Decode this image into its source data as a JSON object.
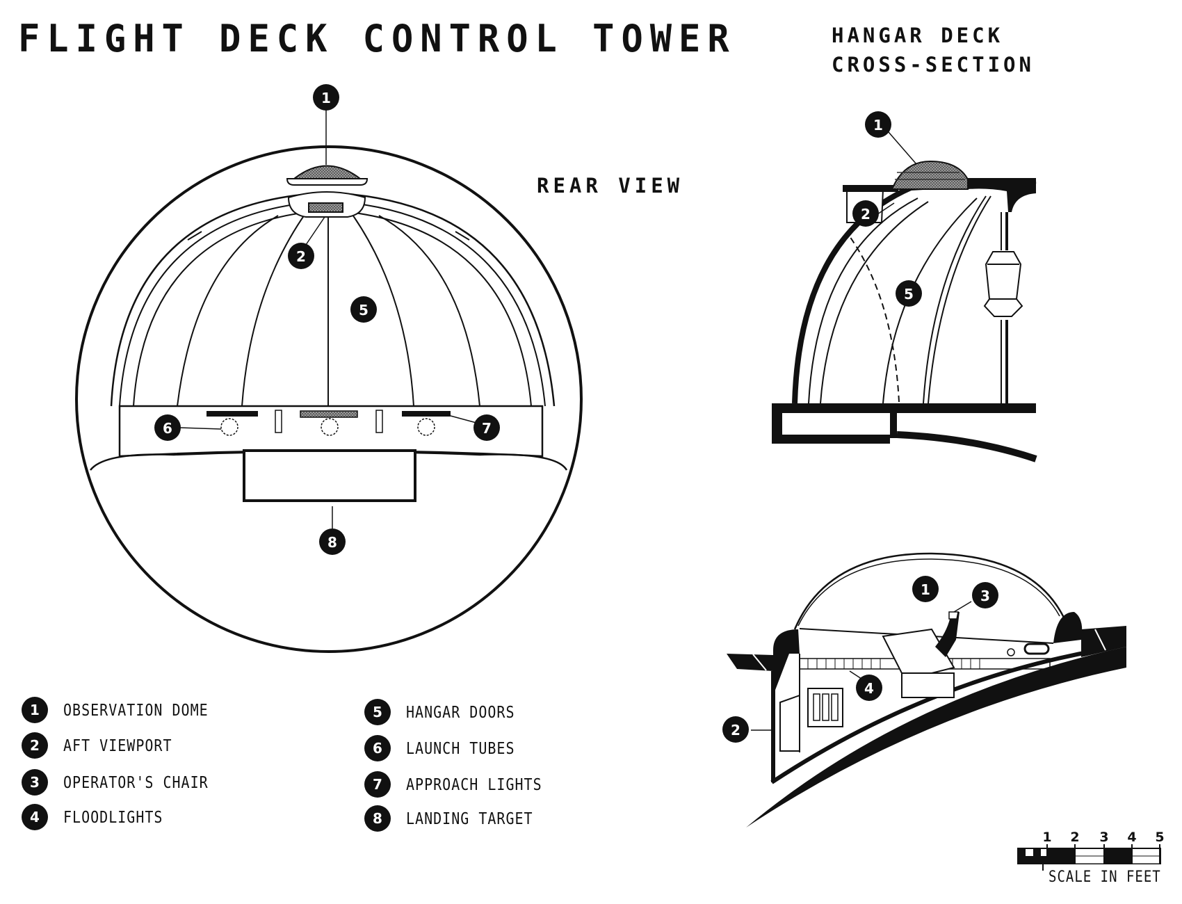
{
  "title": "FLIGHT DECK CONTROL TOWER",
  "rear_view_label": "REAR VIEW",
  "section_title": [
    "HANGAR DECK",
    "CROSS-SECTION"
  ],
  "callouts": {
    "rear": [
      "1",
      "2",
      "5",
      "6",
      "7",
      "8"
    ],
    "hangar": [
      "1",
      "2",
      "5"
    ],
    "cockpit": [
      "1",
      "3",
      "4",
      "2"
    ]
  },
  "legend": [
    {
      "num": "1",
      "label": "OBSERVATION DOME"
    },
    {
      "num": "2",
      "label": "AFT VIEWPORT"
    },
    {
      "num": "3",
      "label": "OPERATOR'S CHAIR"
    },
    {
      "num": "4",
      "label": "FLOODLIGHTS"
    },
    {
      "num": "5",
      "label": "HANGAR DOORS"
    },
    {
      "num": "6",
      "label": "LAUNCH TUBES"
    },
    {
      "num": "7",
      "label": "APPROACH LIGHTS"
    },
    {
      "num": "8",
      "label": "LANDING TARGET"
    }
  ],
  "scale": {
    "ticks": [
      "1",
      "2",
      "3",
      "4",
      "5"
    ],
    "caption": "SCALE IN FEET"
  },
  "colors": {
    "ink": "#111111",
    "paper": "#ffffff",
    "hatch": "#777777"
  }
}
